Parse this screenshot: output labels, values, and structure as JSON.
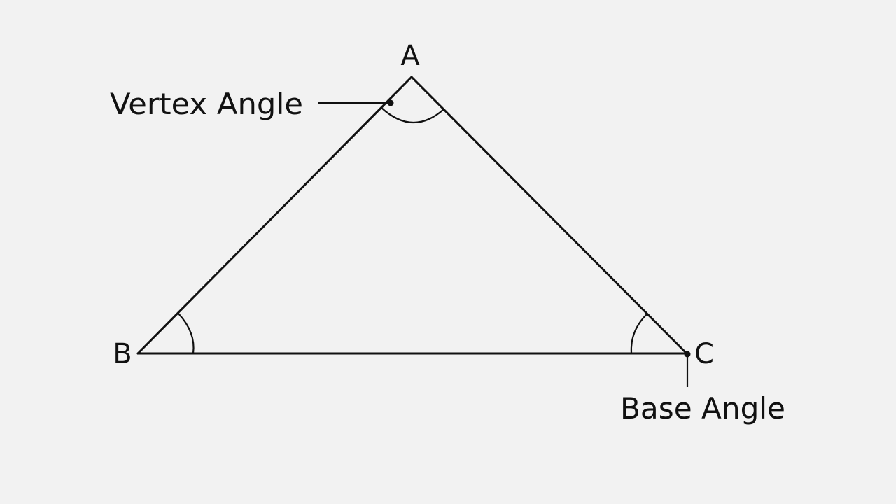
{
  "vertices": {
    "a": "A",
    "b": "B",
    "c": "C"
  },
  "callouts": {
    "vertex_angle": "Vertex Angle",
    "base_angle": "Base Angle"
  },
  "colors": {
    "background": "#f2f2f2",
    "ink": "#111111"
  }
}
